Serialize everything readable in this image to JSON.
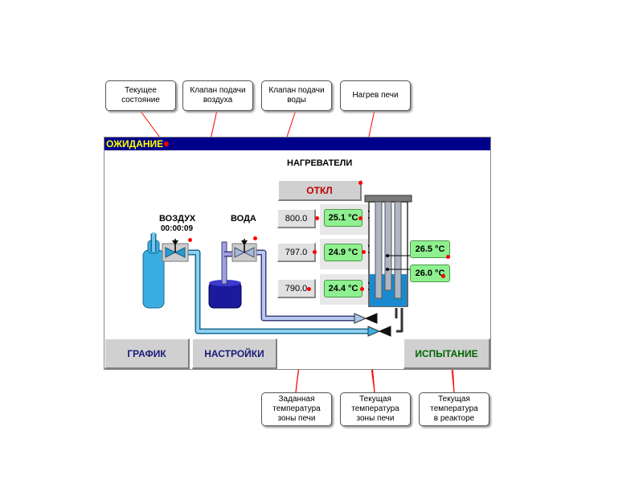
{
  "callouts": {
    "current_state": "Текущее\nсостояние",
    "air_valve": "Клапан подачи\nвоздуха",
    "water_valve": "Клапан подачи\nводы",
    "furnace_heating": "Нагрев печи",
    "setpoint_temp": "Заданная\nтемпература\nзоны печи",
    "current_zone_temp": "Текущая\nтемпература\nзоны печи",
    "reactor_temp": "Текущая\nтемпература\nв реакторе"
  },
  "status": {
    "state": "ОЖИДАНИЕ"
  },
  "heaters": {
    "title": "НАГРЕВАТЕЛИ",
    "toggle_label": "ОТКЛ"
  },
  "air": {
    "label": "ВОЗДУХ",
    "timer": "00:00:09"
  },
  "water": {
    "label": "ВОДА"
  },
  "zones": [
    {
      "setpoint": "800.0",
      "current": "25.1 °C"
    },
    {
      "setpoint": "797.0",
      "current": "24.9 °C"
    },
    {
      "setpoint": "790.0",
      "current": "24.4 °C"
    }
  ],
  "reactor": [
    "26.5 °C",
    "26.0 °C"
  ],
  "buttons": {
    "graph": "ГРАФИК",
    "settings": "НАСТРОЙКИ",
    "test": "ИСПЫТАНИЕ"
  },
  "colors": {
    "titlebar": "#00008b",
    "state_text": "#ffff00",
    "toggle_text": "#c00000",
    "temp_green": "#8ff08f",
    "nav_text": "#1a1a7a",
    "test_text": "#006600",
    "pipe": "#3a9fd0",
    "callout_line": "#ff0000"
  }
}
